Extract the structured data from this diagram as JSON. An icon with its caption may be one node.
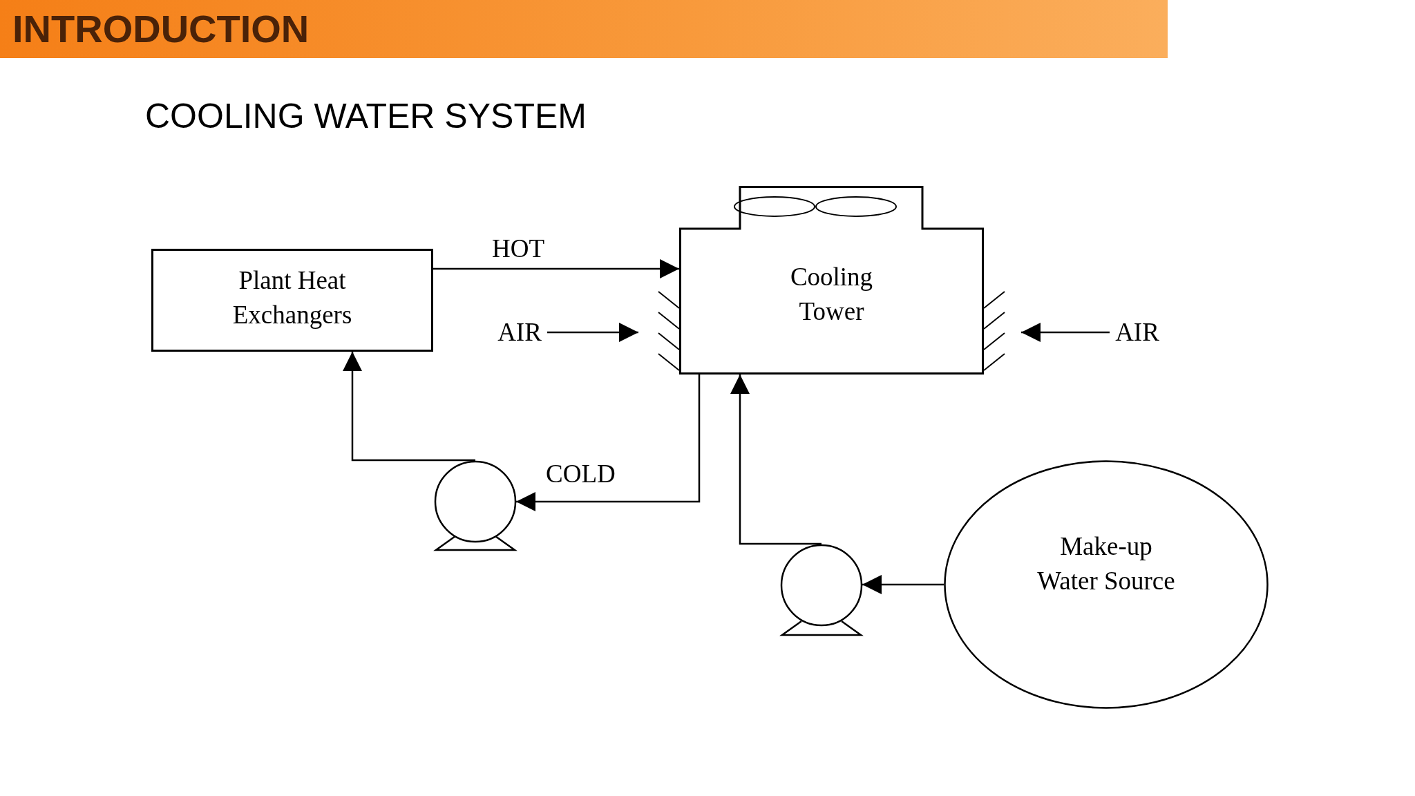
{
  "diagram": {
    "title": "COOLING WATER SYSTEM",
    "nodes": [
      {
        "text": [
          "Plant Heat Exchangers"
        ]
      },
      {
        "text": [
          "Cooling Tower"
        ]
      },
      {
        "text": [],
        "shape": "pump"
      },
      {
        "text": [],
        "shape": "pump"
      },
      {
        "text": [
          "Make-up Water Source"
        ]
      },
      {
        "text": [
          "AIR"
        ]
      },
      {
        "text": [
          "AIR"
        ]
      }
    ],
    "edges": [
      {
        "from": 0,
        "to": 1,
        "arrow": "to",
        "label": "HOT"
      },
      {
        "from": 1,
        "to": 2,
        "arrow": "to",
        "label": "COLD"
      },
      {
        "from": 2,
        "to": 0,
        "arrow": "to"
      },
      {
        "from": 4,
        "to": 3,
        "arrow": "to"
      },
      {
        "from": 3,
        "to": 1,
        "arrow": "to"
      },
      {
        "from": 5,
        "to": 1,
        "arrow": "to"
      },
      {
        "from": 6,
        "to": 1,
        "arrow": "to"
      }
    ],
    "labels": [
      "INTRODUCTION"
    ]
  }
}
